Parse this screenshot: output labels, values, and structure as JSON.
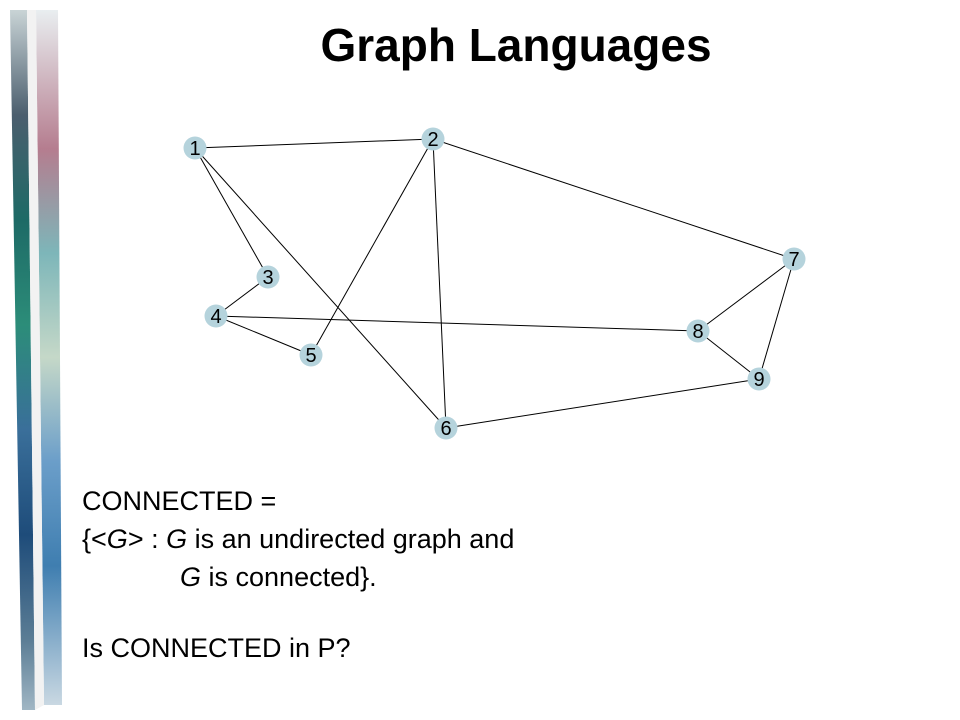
{
  "title": "Graph Languages",
  "graph": {
    "nodes": [
      {
        "id": "1",
        "label": "1"
      },
      {
        "id": "2",
        "label": "2"
      },
      {
        "id": "3",
        "label": "3"
      },
      {
        "id": "4",
        "label": "4"
      },
      {
        "id": "5",
        "label": "5"
      },
      {
        "id": "6",
        "label": "6"
      },
      {
        "id": "7",
        "label": "7"
      },
      {
        "id": "8",
        "label": "8"
      },
      {
        "id": "9",
        "label": "9"
      }
    ],
    "edges": [
      [
        "1",
        "2"
      ],
      [
        "1",
        "3"
      ],
      [
        "1",
        "6"
      ],
      [
        "2",
        "5"
      ],
      [
        "2",
        "6"
      ],
      [
        "2",
        "7"
      ],
      [
        "3",
        "4"
      ],
      [
        "4",
        "5"
      ],
      [
        "4",
        "8"
      ],
      [
        "7",
        "8"
      ],
      [
        "7",
        "9"
      ],
      [
        "8",
        "9"
      ],
      [
        "6",
        "9"
      ]
    ],
    "node_fill": "#b5d3dc",
    "edge_color": "#000000"
  },
  "definition": {
    "line1": "CONNECTED =",
    "line2_prefix": "{<",
    "line2_var": "G",
    "line2_mid": "> : ",
    "line2_var2": "G",
    "line2_rest": " is an undirected graph and",
    "line3_var": "G",
    "line3_rest": " is connected}."
  },
  "question": "Is CONNECTED in P?"
}
